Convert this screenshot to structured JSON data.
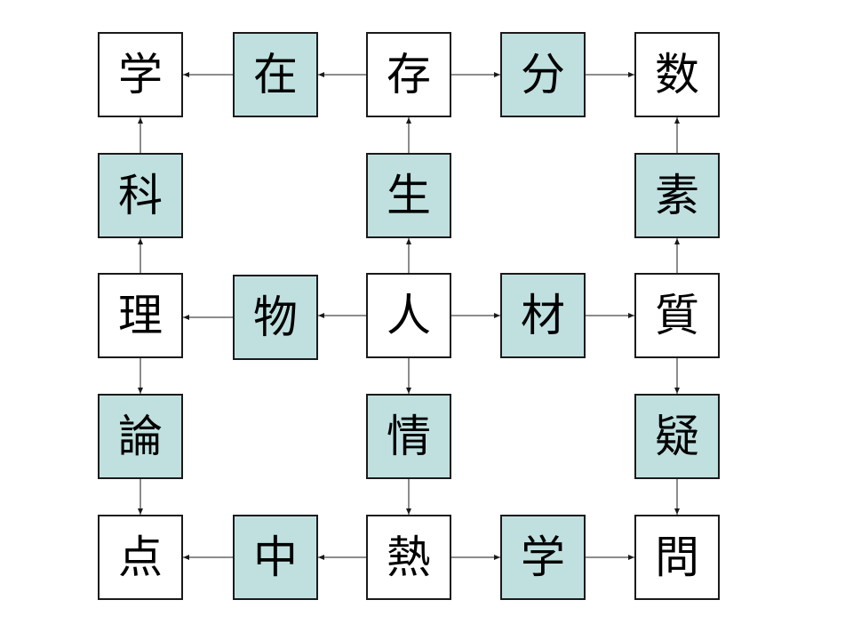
{
  "colors": {
    "filled": "#c0e0e0",
    "empty": "#ffffff",
    "line": "#1a1a1a"
  },
  "cells": [
    {
      "id": "r0c0",
      "char": "学",
      "fill": "white"
    },
    {
      "id": "r0c1",
      "char": "在",
      "fill": "teal"
    },
    {
      "id": "r0c2",
      "char": "存",
      "fill": "white"
    },
    {
      "id": "r0c3",
      "char": "分",
      "fill": "teal"
    },
    {
      "id": "r0c4",
      "char": "数",
      "fill": "white"
    },
    {
      "id": "r1c0",
      "char": "科",
      "fill": "teal"
    },
    {
      "id": "r1c2",
      "char": "生",
      "fill": "teal"
    },
    {
      "id": "r1c4",
      "char": "素",
      "fill": "teal"
    },
    {
      "id": "r2c0",
      "char": "理",
      "fill": "white"
    },
    {
      "id": "r2c1",
      "char": "物",
      "fill": "teal"
    },
    {
      "id": "r2c2",
      "char": "人",
      "fill": "white"
    },
    {
      "id": "r2c3",
      "char": "材",
      "fill": "teal"
    },
    {
      "id": "r2c4",
      "char": "質",
      "fill": "white"
    },
    {
      "id": "r3c0",
      "char": "論",
      "fill": "teal"
    },
    {
      "id": "r3c2",
      "char": "情",
      "fill": "teal"
    },
    {
      "id": "r3c4",
      "char": "疑",
      "fill": "teal"
    },
    {
      "id": "r4c0",
      "char": "点",
      "fill": "white"
    },
    {
      "id": "r4c1",
      "char": "中",
      "fill": "teal"
    },
    {
      "id": "r4c2",
      "char": "熱",
      "fill": "white"
    },
    {
      "id": "r4c3",
      "char": "学",
      "fill": "teal"
    },
    {
      "id": "r4c4",
      "char": "問",
      "fill": "white"
    }
  ],
  "arrows": [
    {
      "from": "r0c1",
      "to": "r0c0"
    },
    {
      "from": "r0c2",
      "to": "r0c1"
    },
    {
      "from": "r0c2",
      "to": "r0c3"
    },
    {
      "from": "r0c3",
      "to": "r0c4"
    },
    {
      "from": "r1c0",
      "to": "r0c0"
    },
    {
      "from": "r1c2",
      "to": "r0c2"
    },
    {
      "from": "r1c4",
      "to": "r0c4"
    },
    {
      "from": "r2c0",
      "to": "r1c0"
    },
    {
      "from": "r2c2",
      "to": "r1c2"
    },
    {
      "from": "r2c4",
      "to": "r1c4"
    },
    {
      "from": "r2c1",
      "to": "r2c0"
    },
    {
      "from": "r2c2",
      "to": "r2c1"
    },
    {
      "from": "r2c2",
      "to": "r2c3"
    },
    {
      "from": "r2c3",
      "to": "r2c4"
    },
    {
      "from": "r2c0",
      "to": "r3c0"
    },
    {
      "from": "r2c2",
      "to": "r3c2"
    },
    {
      "from": "r2c4",
      "to": "r3c4"
    },
    {
      "from": "r3c0",
      "to": "r4c0"
    },
    {
      "from": "r3c2",
      "to": "r4c2"
    },
    {
      "from": "r3c4",
      "to": "r4c4"
    },
    {
      "from": "r4c1",
      "to": "r4c0"
    },
    {
      "from": "r4c2",
      "to": "r4c1"
    },
    {
      "from": "r4c2",
      "to": "r4c3"
    },
    {
      "from": "r4c3",
      "to": "r4c4"
    }
  ]
}
